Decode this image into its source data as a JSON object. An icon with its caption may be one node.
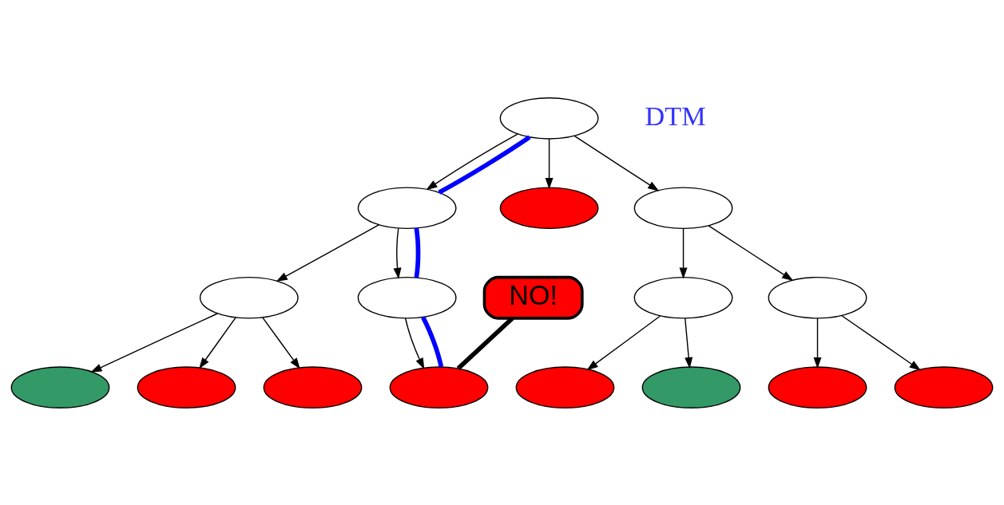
{
  "diagram": {
    "nodes": [
      {
        "text": [],
        "shape": "ellipse"
      },
      {
        "text": [],
        "shape": "ellipse"
      },
      {
        "text": [],
        "shape": "ellipse"
      },
      {
        "text": [],
        "shape": "ellipse"
      },
      {
        "text": [],
        "shape": "ellipse"
      },
      {
        "text": [],
        "shape": "ellipse"
      },
      {
        "text": [],
        "shape": "ellipse"
      },
      {
        "text": [],
        "shape": "ellipse"
      },
      {
        "text": [],
        "shape": "ellipse"
      },
      {
        "text": [],
        "shape": "ellipse"
      },
      {
        "text": [],
        "shape": "ellipse"
      },
      {
        "text": [],
        "shape": "ellipse"
      },
      {
        "text": [],
        "shape": "ellipse"
      },
      {
        "text": [],
        "shape": "ellipse"
      },
      {
        "text": [],
        "shape": "ellipse"
      },
      {
        "text": [],
        "shape": "ellipse"
      },
      {
        "text": [
          "NO!"
        ]
      }
    ],
    "edges": [
      {
        "from": 0,
        "to": 1,
        "arrow": "to"
      },
      {
        "from": 0,
        "to": 2,
        "arrow": "to"
      },
      {
        "from": 0,
        "to": 3,
        "arrow": "to"
      },
      {
        "from": 1,
        "to": 4,
        "arrow": "to"
      },
      {
        "from": 1,
        "to": 5,
        "arrow": "to"
      },
      {
        "from": 3,
        "to": 6,
        "arrow": "to"
      },
      {
        "from": 3,
        "to": 7,
        "arrow": "to"
      },
      {
        "from": 4,
        "to": 8,
        "arrow": "to"
      },
      {
        "from": 4,
        "to": 9,
        "arrow": "to"
      },
      {
        "from": 4,
        "to": 10,
        "arrow": "to"
      },
      {
        "from": 5,
        "to": 11,
        "arrow": "to"
      },
      {
        "from": 6,
        "to": 12,
        "arrow": "to"
      },
      {
        "from": 6,
        "to": 13,
        "arrow": "to"
      },
      {
        "from": 7,
        "to": 14,
        "arrow": "to"
      },
      {
        "from": 7,
        "to": 15,
        "arrow": "to"
      },
      {
        "from": 0,
        "to": 1,
        "arrow": "none",
        "style": "thick",
        "color": "#0000ff"
      },
      {
        "from": 1,
        "to": 5,
        "arrow": "none",
        "style": "thick",
        "color": "#0000ff"
      },
      {
        "from": 5,
        "to": 11,
        "arrow": "none",
        "style": "thick",
        "color": "#0000ff"
      },
      {
        "from": 16,
        "to": 11,
        "arrow": "none",
        "style": "thick"
      }
    ],
    "labels": [
      "DTM"
    ]
  }
}
